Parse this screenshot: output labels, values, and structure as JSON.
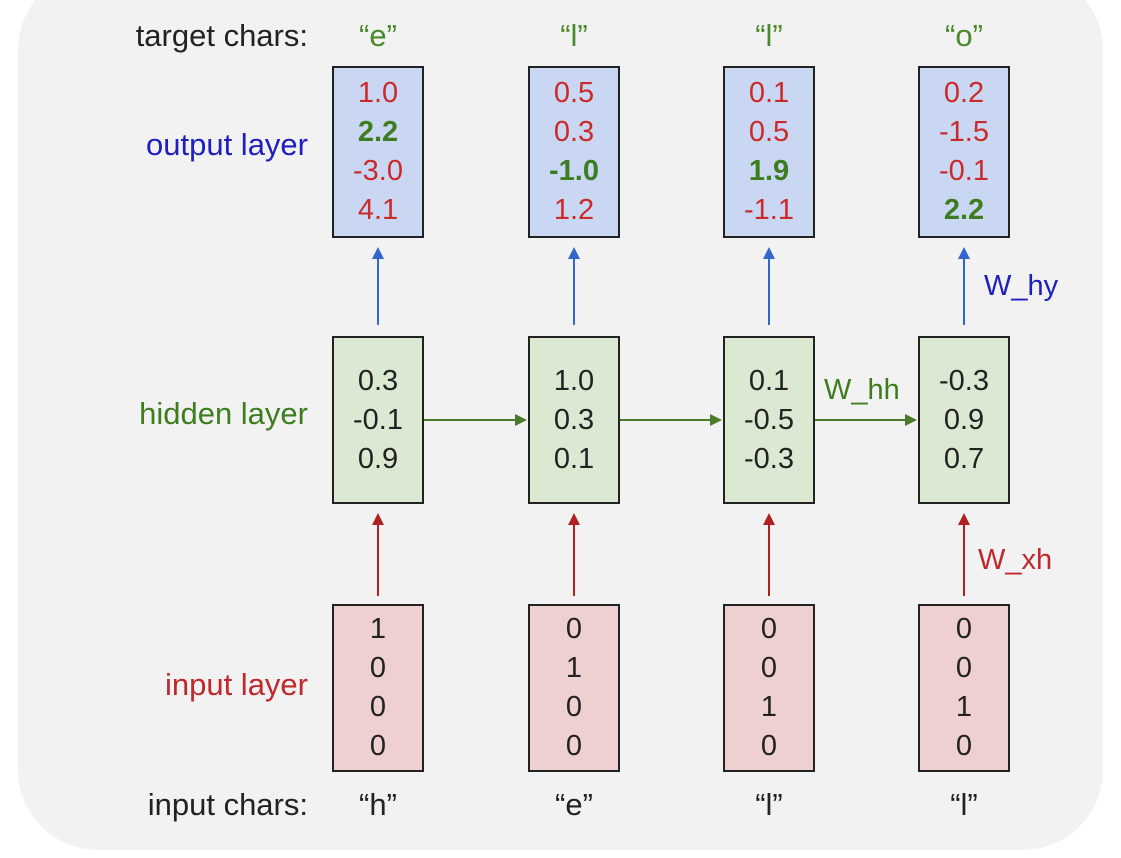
{
  "labels": {
    "target_chars": "target chars:",
    "output_layer": "output layer",
    "hidden_layer": "hidden layer",
    "input_layer": "input layer",
    "input_chars": "input chars:"
  },
  "weights": {
    "w_hy": "W_hy",
    "w_hh": "W_hh",
    "w_xh": "W_xh"
  },
  "columns": [
    {
      "target_char": "“e”",
      "input_char": "“h”",
      "output": [
        "1.0",
        "2.2",
        "-3.0",
        "4.1"
      ],
      "output_highlight": 1,
      "hidden": [
        "0.3",
        "-0.1",
        "0.9"
      ],
      "input": [
        "1",
        "0",
        "0",
        "0"
      ]
    },
    {
      "target_char": "“l”",
      "input_char": "“e”",
      "output": [
        "0.5",
        "0.3",
        "-1.0",
        "1.2"
      ],
      "output_highlight": 2,
      "hidden": [
        "1.0",
        "0.3",
        "0.1"
      ],
      "input": [
        "0",
        "1",
        "0",
        "0"
      ]
    },
    {
      "target_char": "“l”",
      "input_char": "“l”",
      "output": [
        "0.1",
        "0.5",
        "1.9",
        "-1.1"
      ],
      "output_highlight": 2,
      "hidden": [
        "0.1",
        "-0.5",
        "-0.3"
      ],
      "input": [
        "0",
        "0",
        "1",
        "0"
      ]
    },
    {
      "target_char": "“o”",
      "input_char": "“l”",
      "output": [
        "0.2",
        "-1.5",
        "-0.1",
        "2.2"
      ],
      "output_highlight": 3,
      "hidden": [
        "-0.3",
        "0.9",
        "0.7"
      ],
      "input": [
        "0",
        "0",
        "1",
        "0"
      ]
    }
  ],
  "colors": {
    "output_fill": "#c9d7f3",
    "hidden_fill": "#dce9d2",
    "input_fill": "#efd0d0",
    "output_arrow": "#3366cc",
    "hidden_arrow": "#4a7a2a",
    "input_arrow": "#b02020"
  }
}
